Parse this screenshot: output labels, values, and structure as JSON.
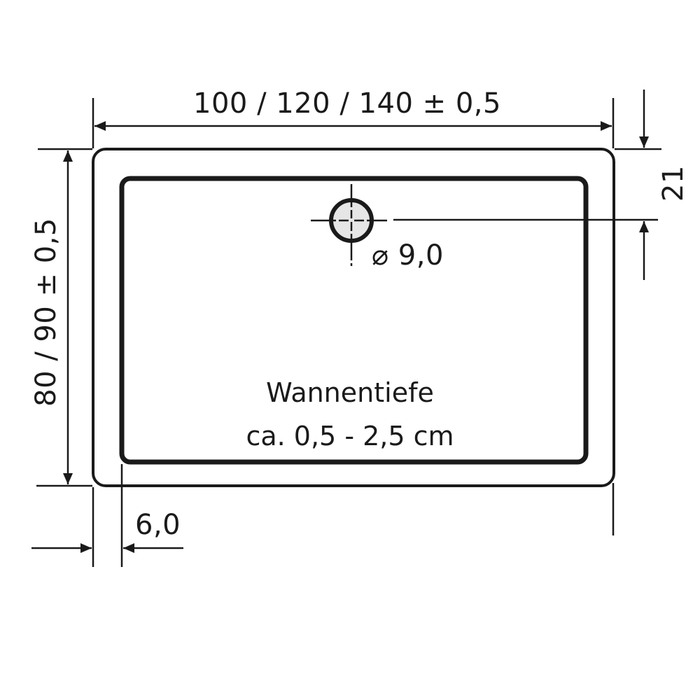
{
  "diagram": {
    "type": "technical-dimension-drawing",
    "subject": "rectangular shower tray (plan view)",
    "colors": {
      "line": "#1a1a1a",
      "background": "#ffffff",
      "drain_fill": "#e6e6e6"
    }
  },
  "dimensions": {
    "width": {
      "label": "100 / 120 / 140 ± 0,5",
      "values": [
        100,
        120,
        140
      ],
      "tolerance": "± 0,5",
      "orientation": "horizontal"
    },
    "depth": {
      "label": "80 / 90 ± 0,5",
      "values": [
        80,
        90
      ],
      "tolerance": "± 0,5",
      "orientation": "vertical"
    },
    "drain_offset": {
      "label": "21",
      "value": 21,
      "orientation": "vertical",
      "note": "distance from top edge to drain centerline"
    },
    "drain_diameter": {
      "symbol": "⌀",
      "label": "⌀ 9,0",
      "value": 9.0
    },
    "rim_width": {
      "label": "6,0",
      "value": 6.0
    }
  },
  "annotations": {
    "tray_depth_title": "Wannentiefe",
    "tray_depth_value": "ca. 0,5 - 2,5 cm"
  }
}
